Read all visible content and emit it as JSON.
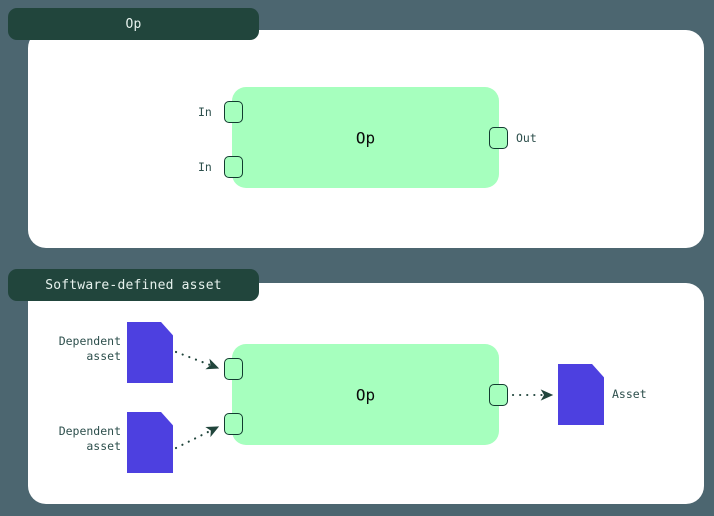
{
  "background_color": "#4c6670",
  "colors": {
    "panel": "#ffffff",
    "tab": "#21453c",
    "tab_text": "#e7f2ee",
    "op_node": "#a6ffbe",
    "port_border": "#123c30",
    "asset": "#4d40e0",
    "label_text": "#2d4f4c",
    "edge": "#21453c"
  },
  "panels": [
    {
      "id": "op",
      "tab_label": "Op",
      "node": {
        "label": "Op",
        "inputs": [
          {
            "label": "In",
            "icon": "port-square-icon"
          },
          {
            "label": "In",
            "icon": "port-square-icon"
          }
        ],
        "outputs": [
          {
            "label": "Out",
            "icon": "port-square-icon"
          }
        ]
      }
    },
    {
      "id": "software-defined-asset",
      "tab_label": "Software-defined asset",
      "node": {
        "label": "Op",
        "inputs": [
          {
            "label": "",
            "icon": "port-square-icon"
          },
          {
            "label": "",
            "icon": "port-square-icon"
          }
        ],
        "outputs": [
          {
            "label": "",
            "icon": "port-square-icon"
          }
        ]
      },
      "upstream_assets": [
        {
          "label": "Dependent\nasset",
          "icon": "asset-document-icon"
        },
        {
          "label": "Dependent\nasset",
          "icon": "asset-document-icon"
        }
      ],
      "downstream_assets": [
        {
          "label": "Asset",
          "icon": "asset-document-icon"
        }
      ]
    }
  ]
}
